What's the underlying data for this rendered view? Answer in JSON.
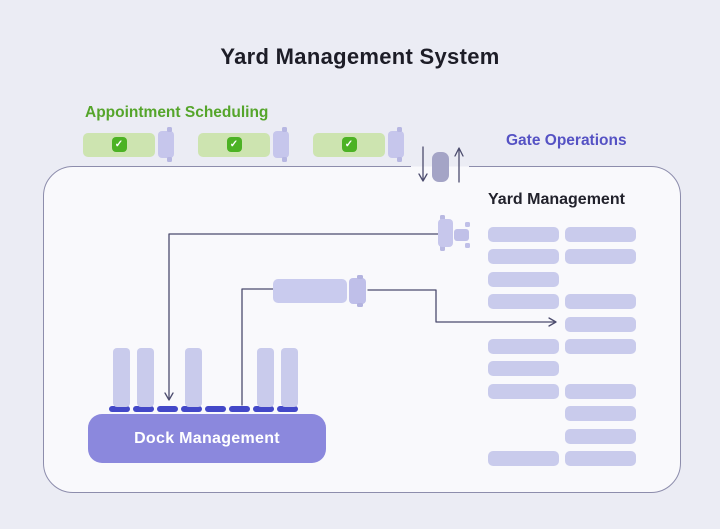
{
  "title": "Yard Management System",
  "icons": {
    "check": "✓"
  },
  "colors": {
    "page_bg": "#ebecf4",
    "panel_bg": "#f9f9fc",
    "panel_border": "#8d8dac",
    "appointment_green": "#55a52b",
    "trailer_green": "#cde4b0",
    "check_green": "#4cb224",
    "gate_purple": "#5552c4",
    "slot_lavender": "#c9cbec",
    "gate_icon_gray": "#a4a4c6",
    "dock_purple": "#8b88dd",
    "dock_door_indigo": "#4348c8",
    "connector_line": "#4c4c6e",
    "title_dark": "#1d1d27"
  },
  "appointment_scheduling": {
    "label": "Appointment Scheduling",
    "trucks": [
      {
        "status": "scheduled"
      },
      {
        "status": "scheduled"
      },
      {
        "status": "scheduled"
      }
    ]
  },
  "gate_operations": {
    "label": "Gate Operations",
    "flows": [
      "inbound",
      "outbound"
    ]
  },
  "yard_management": {
    "label": "Yard Management",
    "slot_grid": [
      "LR",
      "LR",
      "L",
      "LR",
      "R",
      "LR",
      "L",
      "LR",
      "R",
      "R",
      "LR"
    ]
  },
  "dock_management": {
    "label": "Dock Management",
    "door_count": 8,
    "occupied_doors": [
      0,
      1,
      3,
      6,
      7
    ]
  }
}
